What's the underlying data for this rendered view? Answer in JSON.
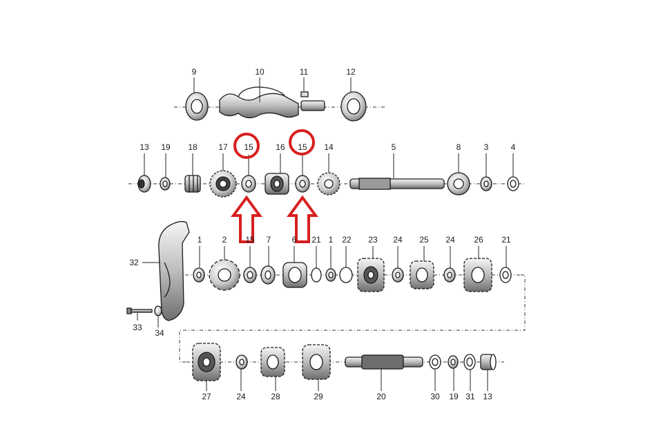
{
  "labels": {
    "l9": "9",
    "l10": "10",
    "l11": "11",
    "l12": "12",
    "l13a": "13",
    "l19a": "19",
    "l18": "18",
    "l17": "17",
    "l15a": "15",
    "l16": "16",
    "l15b": "15",
    "l14": "14",
    "l5": "5",
    "l8": "8",
    "l3": "3",
    "l4": "4",
    "l32": "32",
    "l1a": "1",
    "l2": "2",
    "l15c": "15",
    "l7": "7",
    "l6": "6",
    "l21a": "21",
    "l1b": "1",
    "l22": "22",
    "l23": "23",
    "l24a": "24",
    "l25": "25",
    "l24b": "24",
    "l26": "26",
    "l21b": "21",
    "l33": "33",
    "l34": "34",
    "l27": "27",
    "l24c": "24",
    "l28": "28",
    "l29": "29",
    "l20": "20",
    "l30": "30",
    "l19b": "19",
    "l31": "31",
    "l13b": "13"
  },
  "colors": {
    "highlight": "#d81e1e",
    "ink": "#1a1a1a",
    "background": "#ffffff"
  }
}
